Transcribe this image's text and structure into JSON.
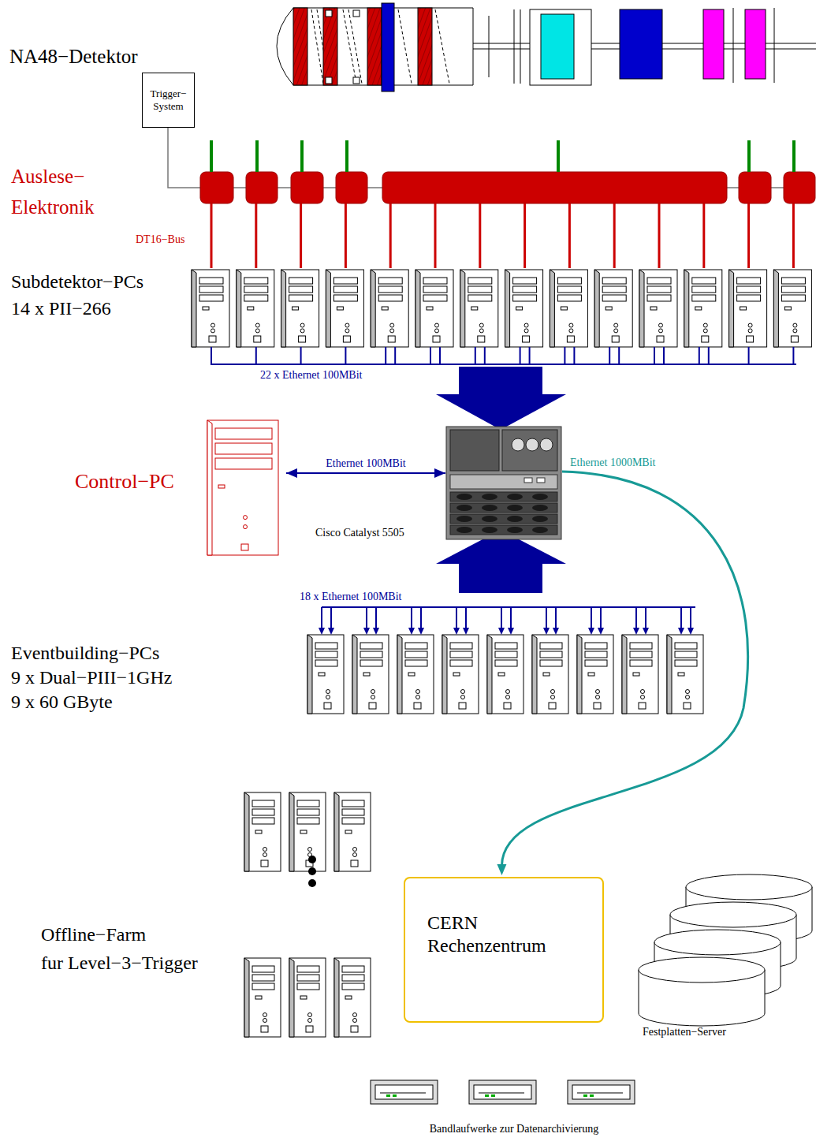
{
  "diagram": {
    "nodes": [
      {
        "text": [
          "Trigger− System"
        ]
      },
      {
        "text": [
          "Control−PC"
        ]
      },
      {
        "text": [
          "Cisco Catalyst 5505"
        ]
      },
      {
        "text": [
          "CERN Rechenzentrum"
        ]
      }
    ],
    "edges": [
      {
        "from": 1,
        "to": 2,
        "label": "Ethernet 100MBit",
        "arrow": "both"
      },
      {
        "from": 2,
        "to": 3,
        "label": "Ethernet 1000MBit",
        "arrow": "to"
      }
    ],
    "labels": [
      "NA48−Detektor",
      "Auslese− Elektronik",
      "DT16−Bus",
      "Subdetektor−PCs",
      "14 x PII−266",
      "22 x Ethernet 100MBit",
      "18 x Ethernet 100MBit",
      "Eventbuilding−PCs",
      "9 x Dual−PIII−1GHz",
      "9 x 60 GByte",
      "Offline−Farm",
      "fur Level−3−Trigger",
      "Festplatten−Server",
      "Bandlaufwerke zur Datenarchivierung"
    ]
  }
}
